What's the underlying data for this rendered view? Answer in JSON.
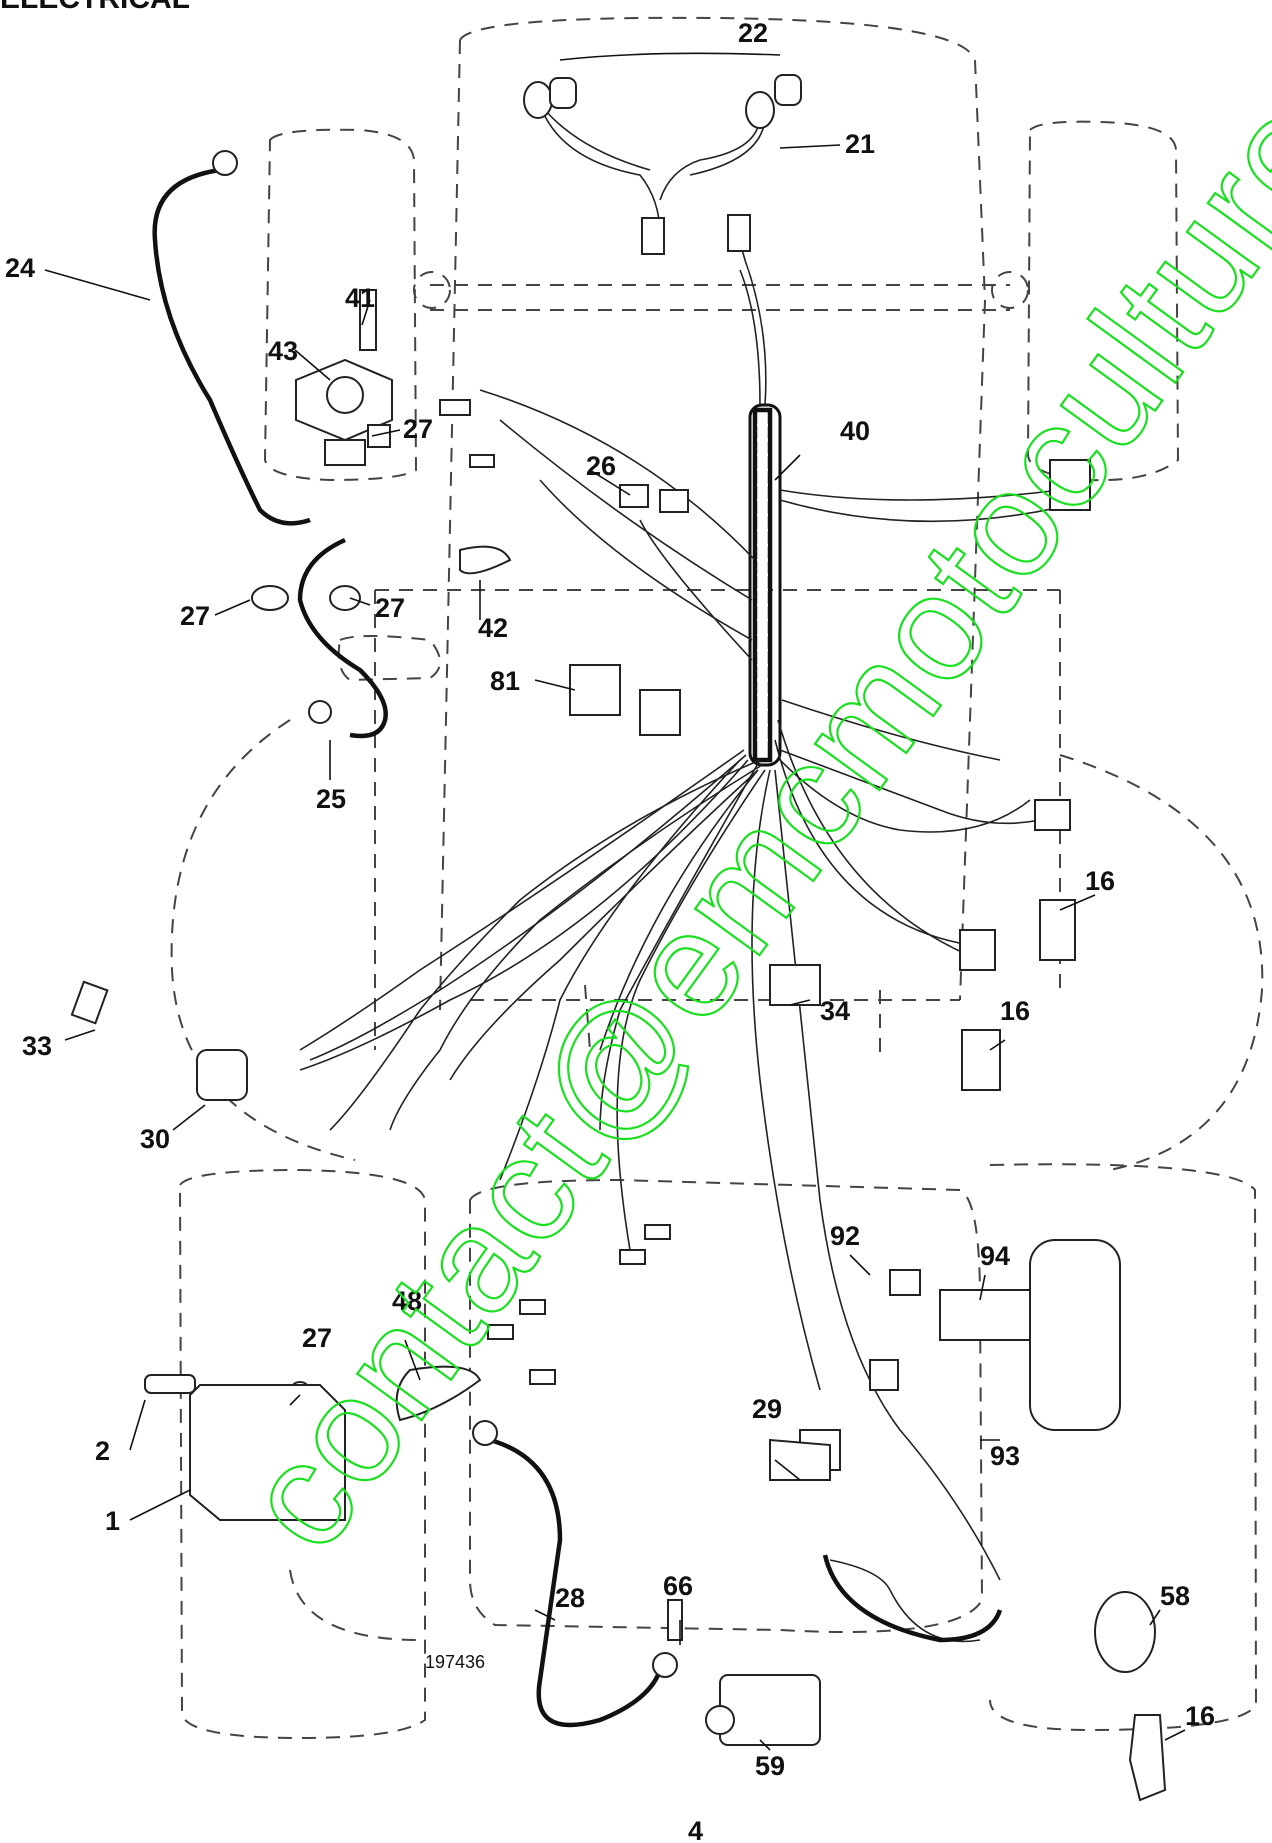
{
  "title": "ELECTRICAL",
  "figure_id": "197436",
  "page_number": "4",
  "watermark": "contact@emcmotoculture.com",
  "part_labels": {
    "p1": "1",
    "p2": "2",
    "p16a": "16",
    "p16b": "16",
    "p16c": "16",
    "p21": "21",
    "p22": "22",
    "p24": "24",
    "p25": "25",
    "p26": "26",
    "p27a": "27",
    "p27b": "27",
    "p27c": "27",
    "p27d": "27",
    "p28": "28",
    "p29": "29",
    "p30": "30",
    "p33": "33",
    "p34": "34",
    "p40": "40",
    "p41": "41",
    "p42": "42",
    "p43": "43",
    "p48": "48",
    "p58": "58",
    "p59": "59",
    "p66": "66",
    "p81": "81",
    "p92": "92",
    "p93": "93",
    "p94": "94"
  }
}
